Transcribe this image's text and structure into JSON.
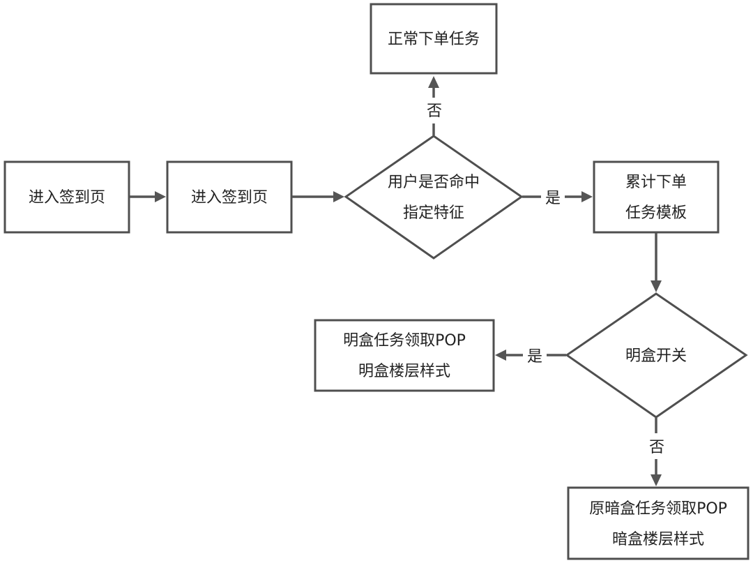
{
  "nodes": {
    "enter_1": {
      "lines": [
        "进入签到页"
      ]
    },
    "enter_2": {
      "lines": [
        "进入签到页"
      ]
    },
    "decision_feature": {
      "lines": [
        "用户是否命中",
        "指定特征"
      ]
    },
    "normal_task": {
      "lines": [
        "正常下单任务"
      ]
    },
    "cumulative_template": {
      "lines": [
        "累计下单",
        "任务模板"
      ]
    },
    "decision_switch": {
      "lines": [
        "明盒开关"
      ]
    },
    "bright_box_pop": {
      "lines": [
        "明盒任务领取POP",
        "明盒楼层样式"
      ]
    },
    "dark_box_pop": {
      "lines": [
        "原暗盒任务领取POP",
        "暗盒楼层样式"
      ]
    }
  },
  "edges": {
    "no_up": "否",
    "yes_right": "是",
    "yes_left": "是",
    "no_down": "否"
  }
}
